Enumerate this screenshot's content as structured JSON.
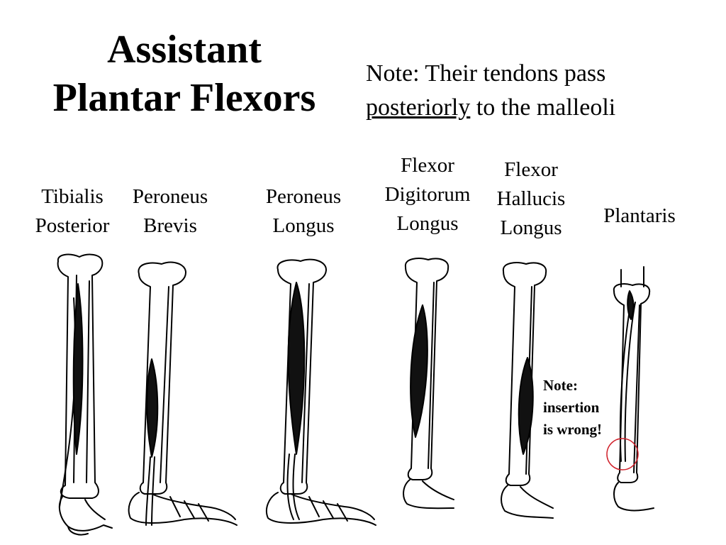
{
  "title": {
    "line1": "Assistant",
    "line2": "Plantar Flexors"
  },
  "note": {
    "line1": "Note: Their tendons pass",
    "underlined": "posteriorly",
    "line2_rest": " to the malleoli"
  },
  "muscles": [
    {
      "line1": "Tibialis",
      "line2": "Posterior"
    },
    {
      "line1": "Peroneus",
      "line2": "Brevis"
    },
    {
      "line1": "Peroneus",
      "line2": "Longus"
    },
    {
      "line1": "Flexor",
      "line2": "Digitorum",
      "line3": "Longus"
    },
    {
      "line1": "Flexor",
      "line2": "Hallucis",
      "line3": "Longus"
    },
    {
      "line1": "Plantaris"
    }
  ],
  "insertion_note": {
    "line1": "Note:",
    "line2": "insertion",
    "line3": "is wrong!"
  },
  "colors": {
    "text": "#000000",
    "highlight_circle": "#d0202a",
    "muscle": "#111111"
  }
}
